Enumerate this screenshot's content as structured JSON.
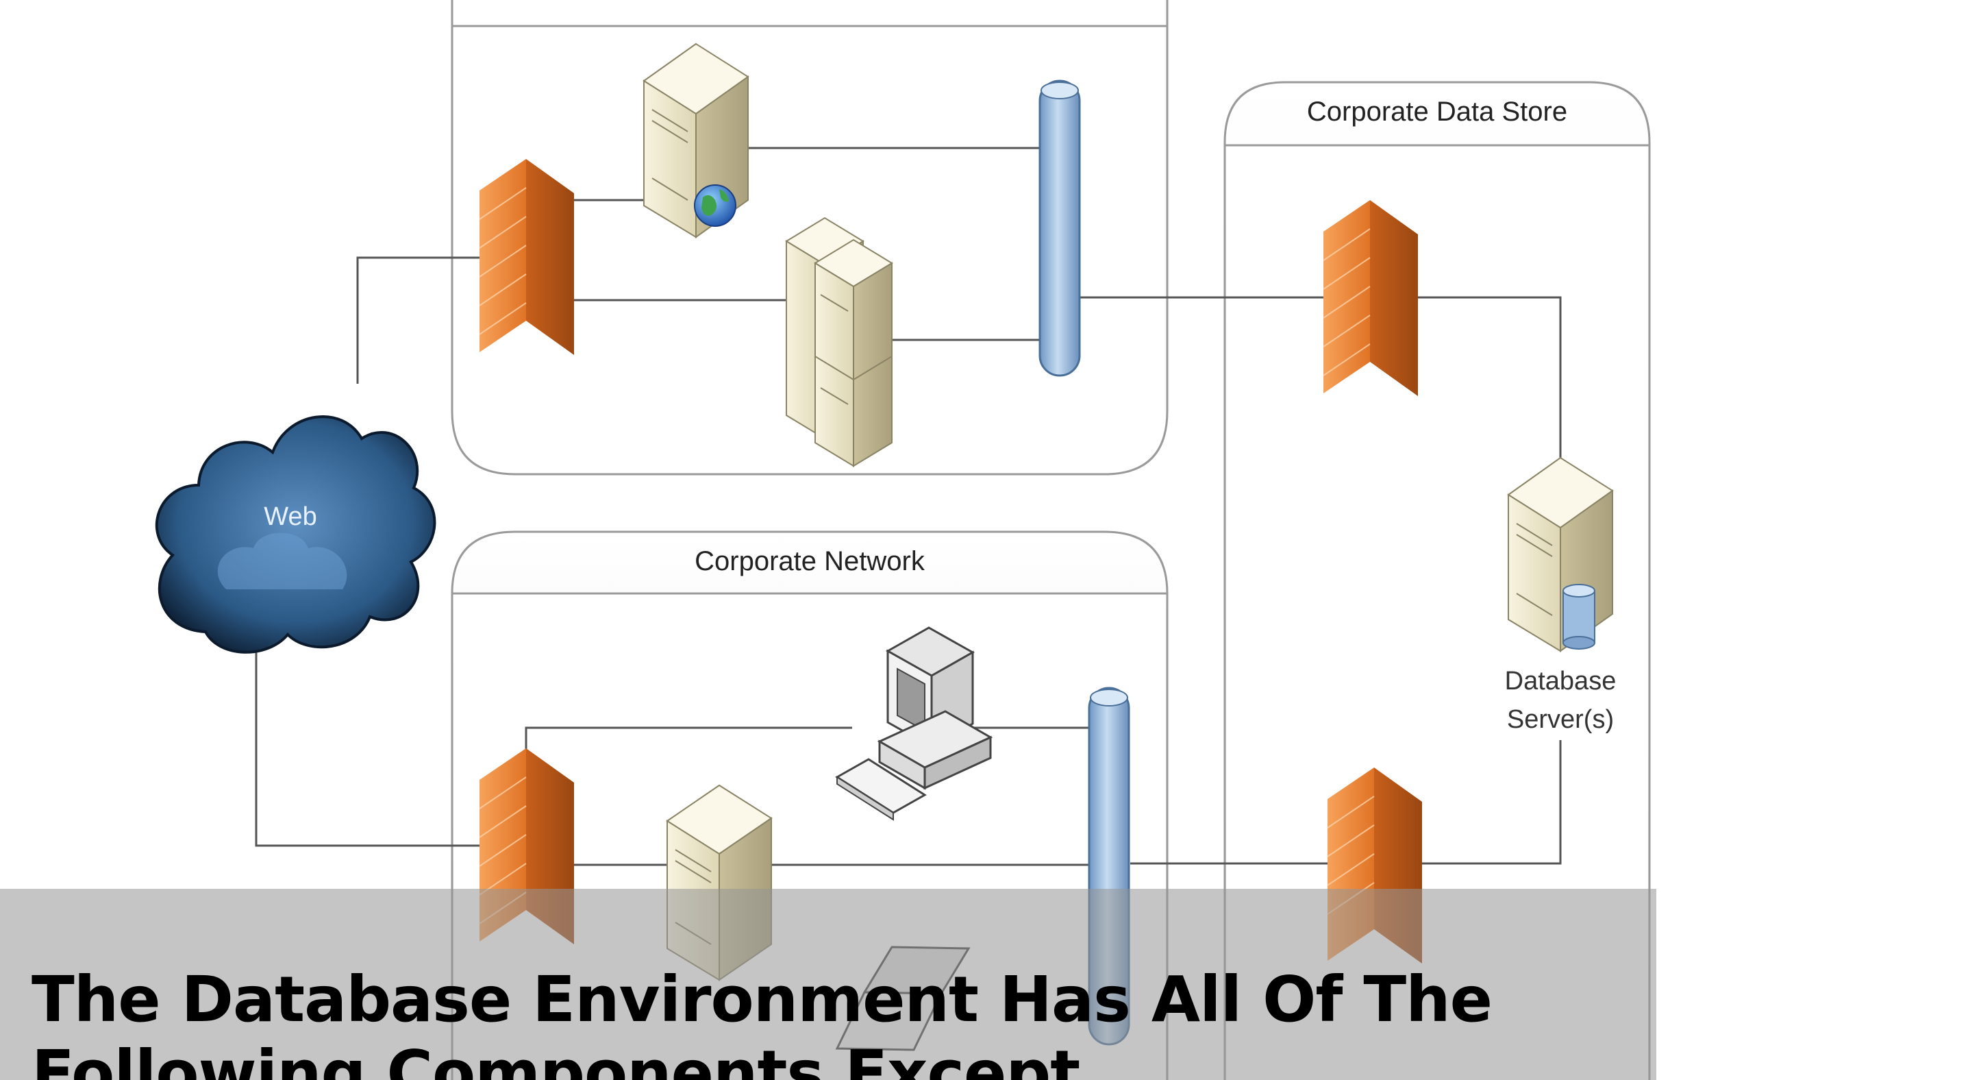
{
  "zones": {
    "dmz": {
      "label": ""
    },
    "corporate_network": {
      "label": "Corporate Network"
    },
    "corporate_data_store": {
      "label": "Corporate Data Store"
    }
  },
  "nodes": {
    "web_cloud": {
      "label": "Web"
    },
    "database_server": {
      "label_line1": "Database",
      "label_line2": "Server(s)"
    }
  },
  "caption": {
    "text": "The Database Environment Has All Of The Following Components Except"
  },
  "colors": {
    "firewall": "#f08a3c",
    "bus": "#9dbde0",
    "cloud": "#2f5f8f",
    "server": "#efe9cc",
    "caption_bar": "#9a9a9a"
  }
}
